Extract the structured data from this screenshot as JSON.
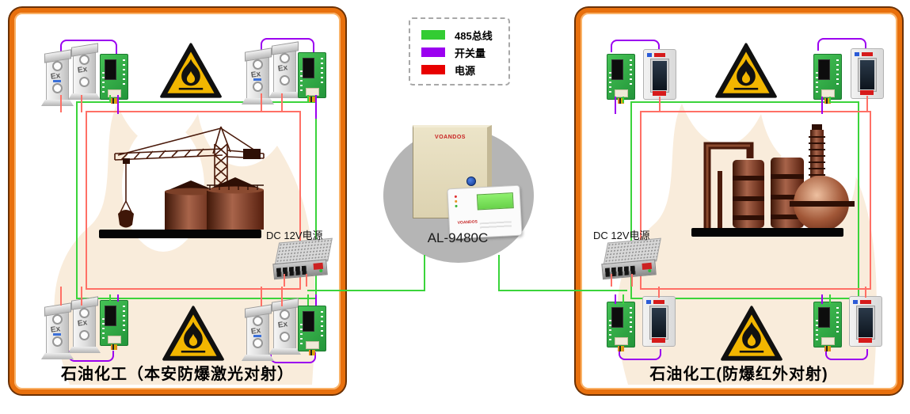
{
  "legend": {
    "items": [
      {
        "name": "bus-485",
        "label": "485总线",
        "color": "#33cc33"
      },
      {
        "name": "switch-signal",
        "label": "开关量",
        "color": "#9b00f0"
      },
      {
        "name": "power",
        "label": "电源",
        "color": "#e80000"
      }
    ]
  },
  "center_unit": {
    "model": "AL-9480C",
    "brand": "VOANDOS"
  },
  "panels": {
    "left": {
      "title": "石油化工（本安防爆激光对射）",
      "psu_label": "DC 12V电源",
      "detector_marking": "Ex"
    },
    "right": {
      "title": "石油化工(防爆红外对射)",
      "psu_label": "DC 12V电源"
    }
  },
  "colors": {
    "bus_green": "#3bd43b",
    "switch_purple": "#9b00f0",
    "wire_red": "#ff7066",
    "panel_border": "#e8700d"
  }
}
